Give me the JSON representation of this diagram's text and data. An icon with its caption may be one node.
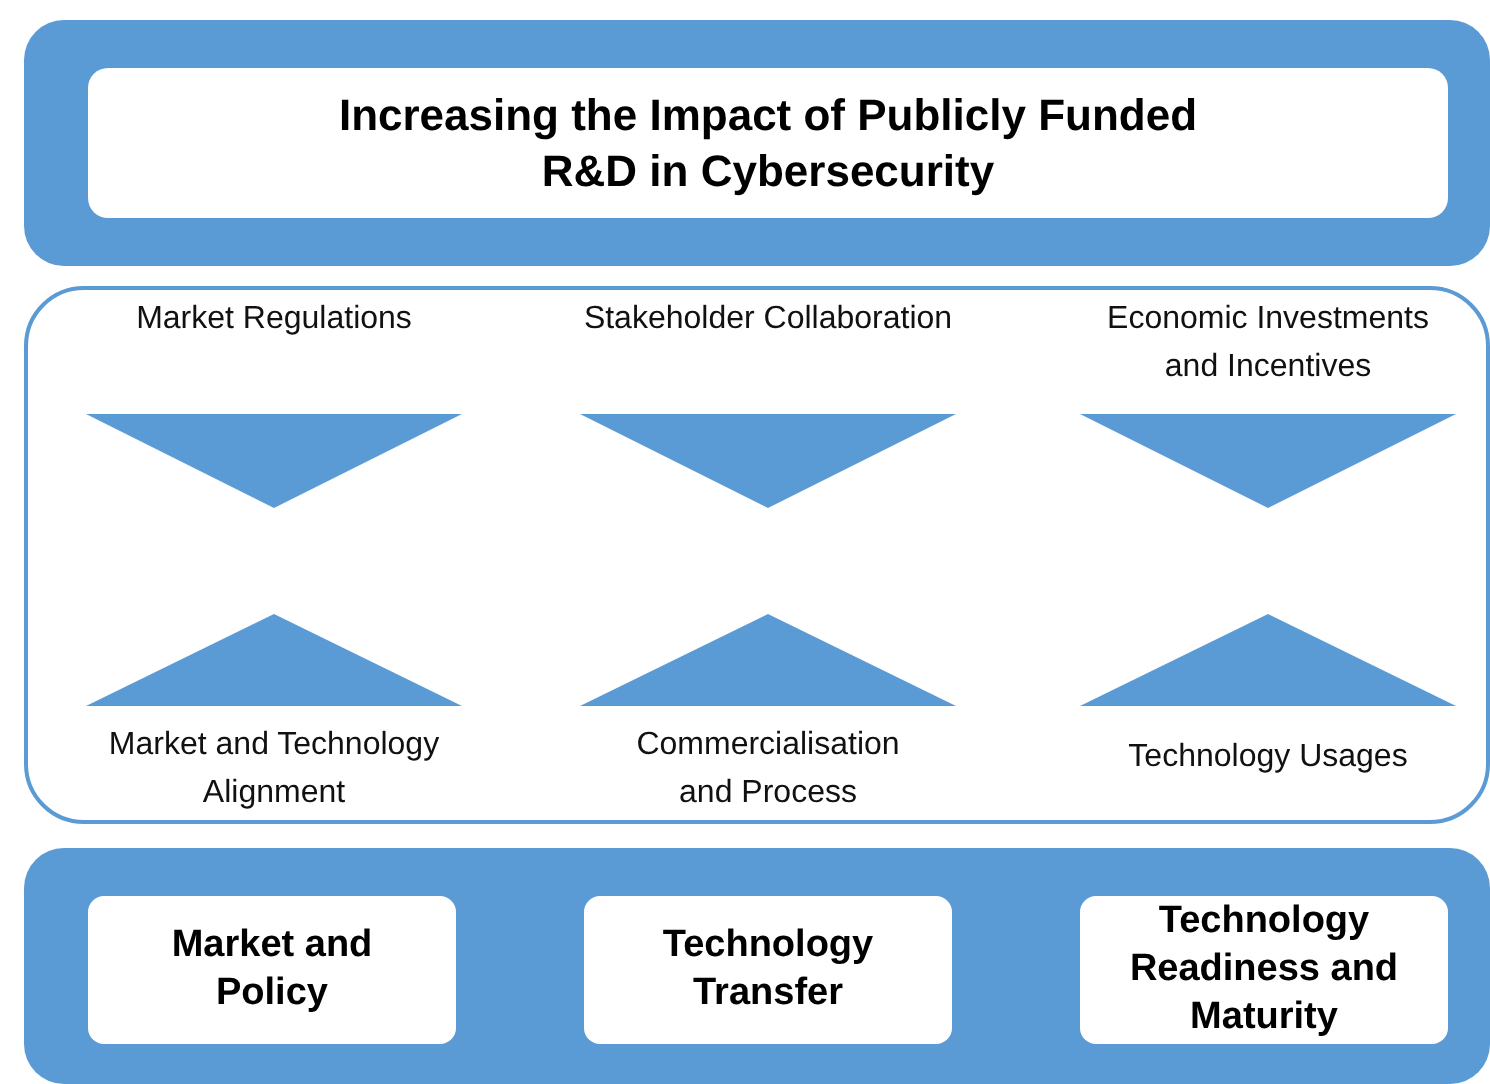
{
  "diagram": {
    "nodes": [
      {
        "text": [],
        "shape": "box"
      },
      {
        "text": [
          "Increasing the Impact of Publicly Funded R&D in Cybersecurity"
        ],
        "in": 0
      },
      {
        "text": [],
        "shape": "box"
      },
      {
        "text": [],
        "shape": "triangle",
        "in": 2
      },
      {
        "text": [],
        "shape": "triangle",
        "in": 2
      },
      {
        "text": [],
        "shape": "triangle",
        "in": 2
      },
      {
        "text": [],
        "shape": "triangle",
        "in": 2
      },
      {
        "text": [],
        "shape": "triangle",
        "in": 2
      },
      {
        "text": [],
        "shape": "triangle",
        "in": 2
      },
      {
        "text": [],
        "shape": "box"
      },
      {
        "text": [
          "Market and Policy"
        ],
        "in": 9
      },
      {
        "text": [
          "Technology Transfer"
        ],
        "in": 9
      },
      {
        "text": [
          "Technology Readiness and Maturity"
        ],
        "in": 9
      }
    ],
    "edges": [],
    "labels": [
      "Market Regulations",
      "Stakeholder Collaboration",
      "Economic Investments and Incentives",
      "Market and Technology Alignment",
      "Commercialisation and Process",
      "Technology Usages"
    ]
  }
}
